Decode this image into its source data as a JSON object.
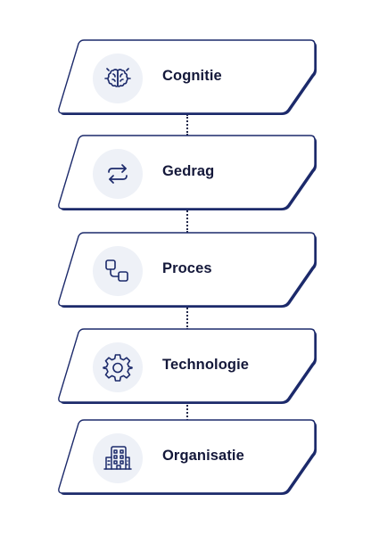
{
  "steps": [
    {
      "label": "Cognitie",
      "icon": "brain-icon"
    },
    {
      "label": "Gedrag",
      "icon": "repeat-arrows-icon"
    },
    {
      "label": "Proces",
      "icon": "process-blocks-icon"
    },
    {
      "label": "Technologie",
      "icon": "gear-icon"
    },
    {
      "label": "Organisatie",
      "icon": "building-icon"
    }
  ],
  "colors": {
    "stroke": "#1c2a6b",
    "text": "#14183a",
    "icon_bg": "#eef1f7"
  }
}
